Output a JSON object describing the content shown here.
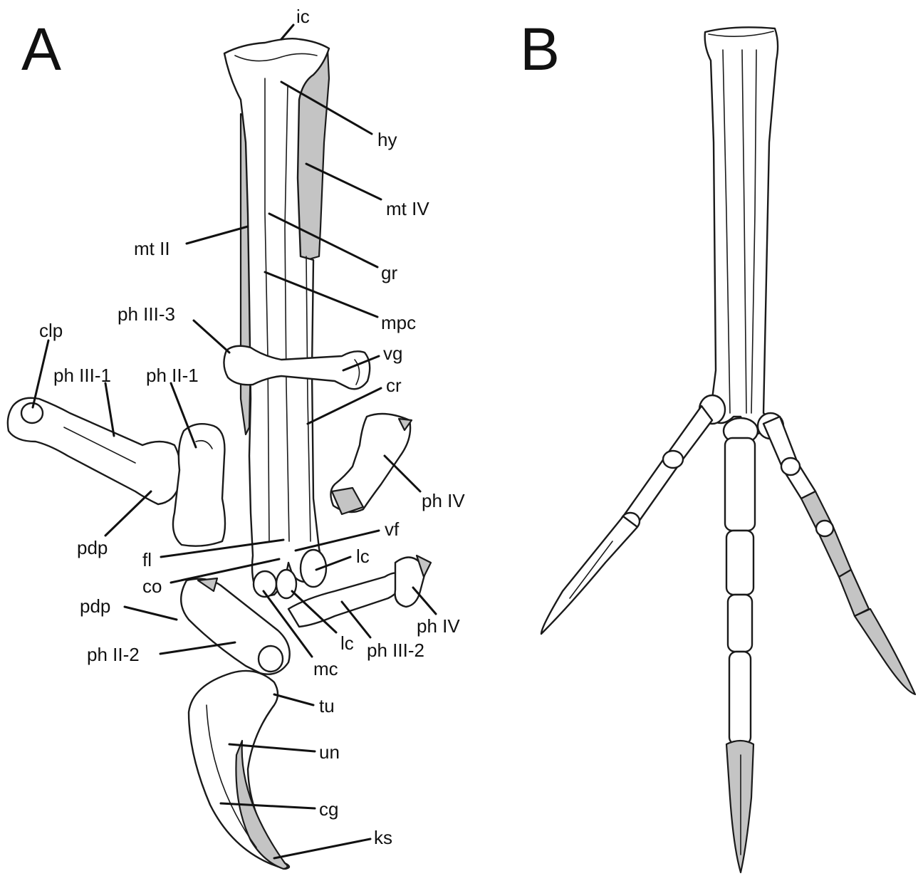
{
  "panels": {
    "a": "A",
    "b": "B"
  },
  "labels": {
    "ic": "ic",
    "hy": "hy",
    "mt_iv": "mt IV",
    "mt_ii": "mt II",
    "gr": "gr",
    "mpc": "mpc",
    "ph_iii_3": "ph III-3",
    "clp": "clp",
    "ph_iii_1": "ph III-1",
    "ph_ii_1": "ph II-1",
    "vg": "vg",
    "cr": "cr",
    "ph_iv_upper": "ph IV",
    "pdp_upper": "pdp",
    "vf": "vf",
    "fl": "fl",
    "lc_upper": "lc",
    "co": "co",
    "pdp_lower": "pdp",
    "ph_iv_lower": "ph IV",
    "ph_ii_2": "ph II-2",
    "lc_lower": "lc",
    "ph_iii_2": "ph III-2",
    "mc": "mc",
    "tu": "tu",
    "un": "un",
    "cg": "cg",
    "ks": "ks"
  },
  "colors": {
    "line": "#1a1a1a",
    "shaded_bone": "#c4c4c4",
    "background": "#ffffff"
  }
}
